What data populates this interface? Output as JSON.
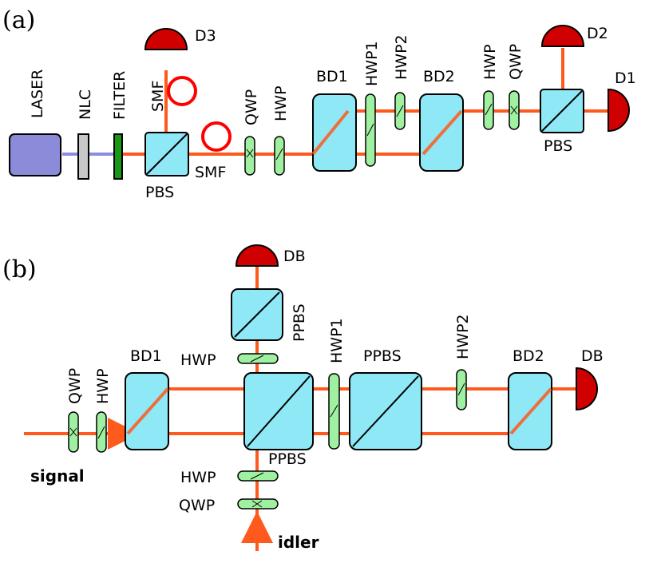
{
  "panel_a": {
    "label": "(a)",
    "laser": "LASER",
    "nlc": "NLC",
    "filter": "FILTER",
    "smf_top": "SMF",
    "smf_bottom": "SMF",
    "pbs_left": "PBS",
    "qwp": "QWP",
    "hwp": "HWP",
    "bd1": "BD1",
    "hwp1": "HWP1",
    "hwp2": "HWP2",
    "bd2": "BD2",
    "hwp_right": "HWP",
    "qwp_right": "QWP",
    "pbs_right": "PBS",
    "d1": "D1",
    "d2": "D2",
    "d3": "D3"
  },
  "panel_b": {
    "label": "(b)",
    "qwp": "QWP",
    "hwp": "HWP",
    "bd1": "BD1",
    "hwp_top": "HWP",
    "ppbs_top": "PPBS",
    "db_top": "DB",
    "hwp1": "HWP1",
    "ppbs_middle": "PPBS",
    "hwp2": "HWP2",
    "bd2": "BD2",
    "db_right": "DB",
    "ppbs_center": "PPBS",
    "hwp_bottom": "HWP",
    "qwp_bottom": "QWP",
    "signal": "signal",
    "idler": "idler"
  },
  "colors": {
    "beam": "#ff5a1e",
    "pump_beam": "#8d8de0",
    "detector": "#d10000",
    "optic_cyan": "#8fe8f6",
    "waveplate_green": "#9ff0a0",
    "laser_box": "#8b8bd9",
    "filter_green": "#169a16",
    "nlc_gray": "#c8c8c8",
    "fiber_red": "#ff0000"
  }
}
